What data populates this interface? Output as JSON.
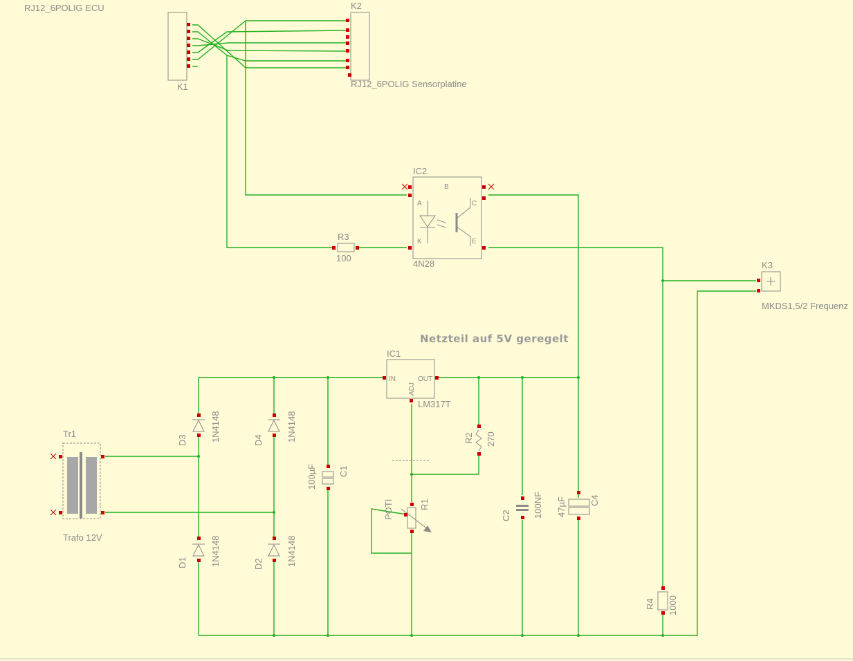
{
  "title": "Netzteil auf 5V geregelt",
  "colors": {
    "background": "#fffbd6",
    "wire": "#22b022",
    "pin": "#cc0000",
    "outline": "#8a8a8a",
    "text": "#8a8a8a"
  },
  "parts": {
    "K1": {
      "name": "K1",
      "value": "RJ12_6POLIG ECU"
    },
    "K2": {
      "name": "K2",
      "value": "RJ12_6POLIG Sensorplatine"
    },
    "K3": {
      "name": "K3",
      "value": "MKDS1,5/2 Frequenz"
    },
    "IC2": {
      "name": "IC2",
      "value": "4N28",
      "pins": {
        "a": "A",
        "k": "K",
        "b": "B",
        "c": "C",
        "e": "E"
      }
    },
    "IC1": {
      "name": "IC1",
      "value": "LM317T",
      "pins": {
        "in": "IN",
        "out": "OUT",
        "adj": "ADJ"
      }
    },
    "R3": {
      "name": "R3",
      "value": "100"
    },
    "R2": {
      "name": "R2",
      "value": "270"
    },
    "R1": {
      "name": "R1",
      "value": "POTI"
    },
    "R4": {
      "name": "R4",
      "value": "1000"
    },
    "C1": {
      "name": "C1",
      "value": "100µF"
    },
    "C2": {
      "name": "C2",
      "value": "100NF"
    },
    "C4": {
      "name": "C4",
      "value": "47µF"
    },
    "D1": {
      "name": "D1",
      "value": "1N4148"
    },
    "D2": {
      "name": "D2",
      "value": "1N4148"
    },
    "D3": {
      "name": "D3",
      "value": "1N4148"
    },
    "D4": {
      "name": "D4",
      "value": "1N4148"
    },
    "TR1": {
      "name": "Tr1",
      "value": "Trafo 12V"
    }
  }
}
